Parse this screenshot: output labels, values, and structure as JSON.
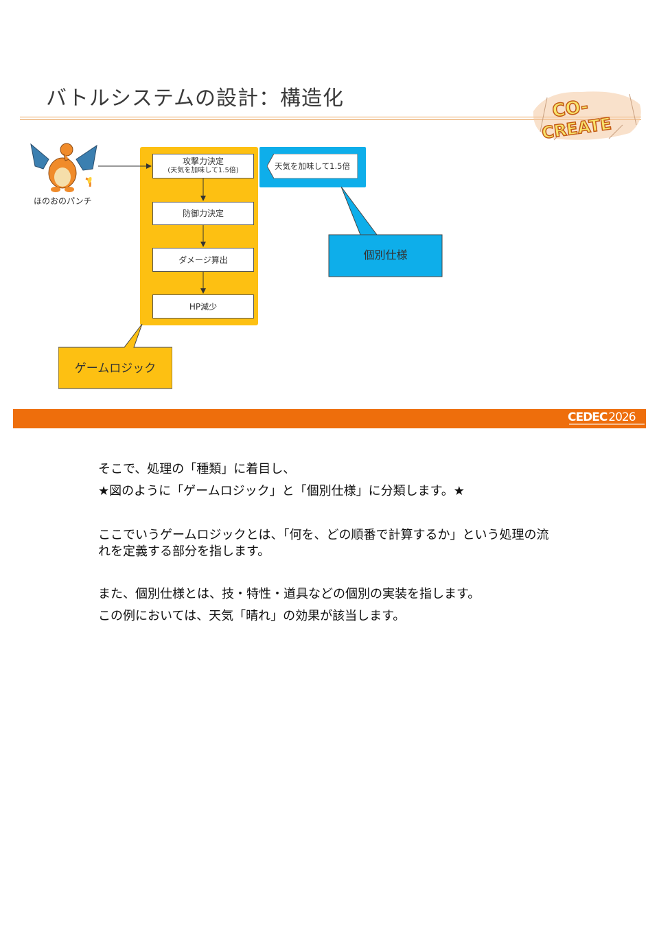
{
  "slide": {
    "title": "バトルシステムの設計：構造化",
    "logo": {
      "text_line1": "CO-",
      "text_line2": "CREATE"
    },
    "pokemon_label": "ほのおのパンチ",
    "steps": [
      {
        "label": "攻撃力決定",
        "sub": "(天気を加味して1.5倍)"
      },
      {
        "label": "防御力決定",
        "sub": ""
      },
      {
        "label": "ダメージ算出",
        "sub": ""
      },
      {
        "label": "HP減少",
        "sub": ""
      }
    ],
    "spec_callout": "天気を加味して1.5倍",
    "blue_label": "個別仕様",
    "yellow_label": "ゲームロジック",
    "footer_logo": {
      "bold": "CEDEC",
      "light": "2026"
    },
    "colors": {
      "orange": "#ee6e0c",
      "yellow": "#fdc012",
      "blue": "#0eaeea"
    }
  },
  "notes": {
    "p1_line1": "そこで、処理の「種類」に着目し、",
    "p1_line2": "★図のように「ゲームロジック」と「個別仕様」に分類します。★",
    "p2": "ここでいうゲームロジックとは、「何を、どの順番で計算するか」という処理の流れを定義する部分を指します。",
    "p3_line1": "また、個別仕様とは、技・特性・道具などの個別の実装を指します。",
    "p3_line2": "この例においては、天気「晴れ」の効果が該当します。"
  }
}
